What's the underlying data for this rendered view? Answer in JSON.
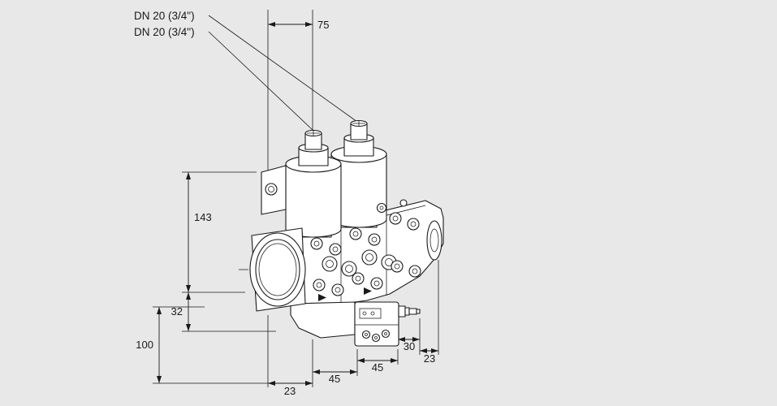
{
  "page": {
    "background": "#e8e8e8",
    "ink": "#1a1a1a",
    "description": "Technical dimension drawing of a double solenoid gas valve"
  },
  "callouts": {
    "valve1_dn": "DN 20 (3/4\")",
    "valve2_dn": "DN 20 (3/4\")"
  },
  "dimensions": {
    "top_width": "75",
    "left_height_upper": "143",
    "left_height_lower": "32",
    "left_height_total": "100",
    "bottom_seg1": "23",
    "bottom_seg2": "45",
    "bottom_seg3": "45",
    "bottom_seg4": "30",
    "bottom_seg5": "23"
  }
}
